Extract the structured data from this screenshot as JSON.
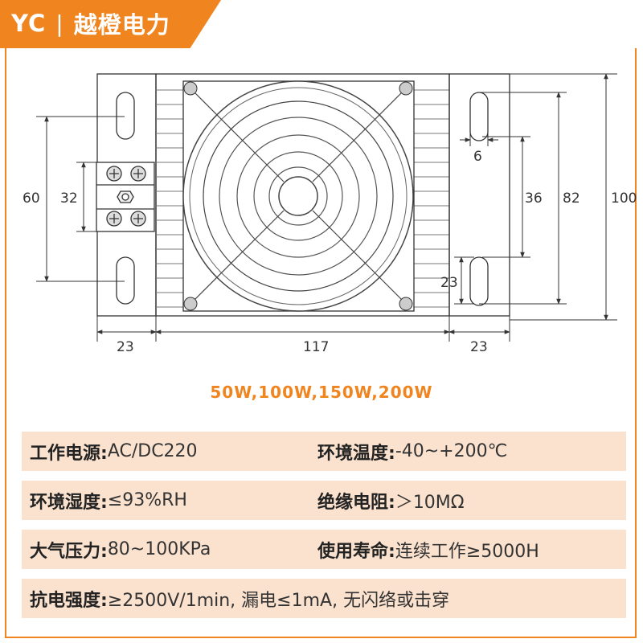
{
  "brand": {
    "abbr": "YC",
    "separator": "|",
    "name": "越橙电力"
  },
  "dimensions": {
    "left_60": "60",
    "left_32": "32",
    "bottom_left_23": "23",
    "bottom_middle_117": "117",
    "bottom_right_23": "23",
    "right_6": "6",
    "right_36": "36",
    "right_82": "82",
    "right_100": "100",
    "right_23": "23"
  },
  "models_line": "50W,100W,150W,200W",
  "specs": [
    {
      "k1": "工作电源:",
      "v1": "AC/DC220",
      "k2": "环境温度:",
      "v2": "-40~+200℃"
    },
    {
      "k1": "环境湿度:",
      "v1": "≤93%RH",
      "k2": "绝缘电阻:",
      "v2": "＞10MΩ"
    },
    {
      "k1": "大气压力:",
      "v1": "80~100KPa",
      "k2": "使用寿命:",
      "v2": "连续工作≥5000H"
    },
    {
      "k1": "抗电强度:",
      "v1": "≥2500V/1min, 漏电≤1mA, 无闪络或击穿"
    }
  ],
  "colors": {
    "accent": "#f0841f",
    "row_bg": "#fbe2cf",
    "line": "#333333"
  }
}
